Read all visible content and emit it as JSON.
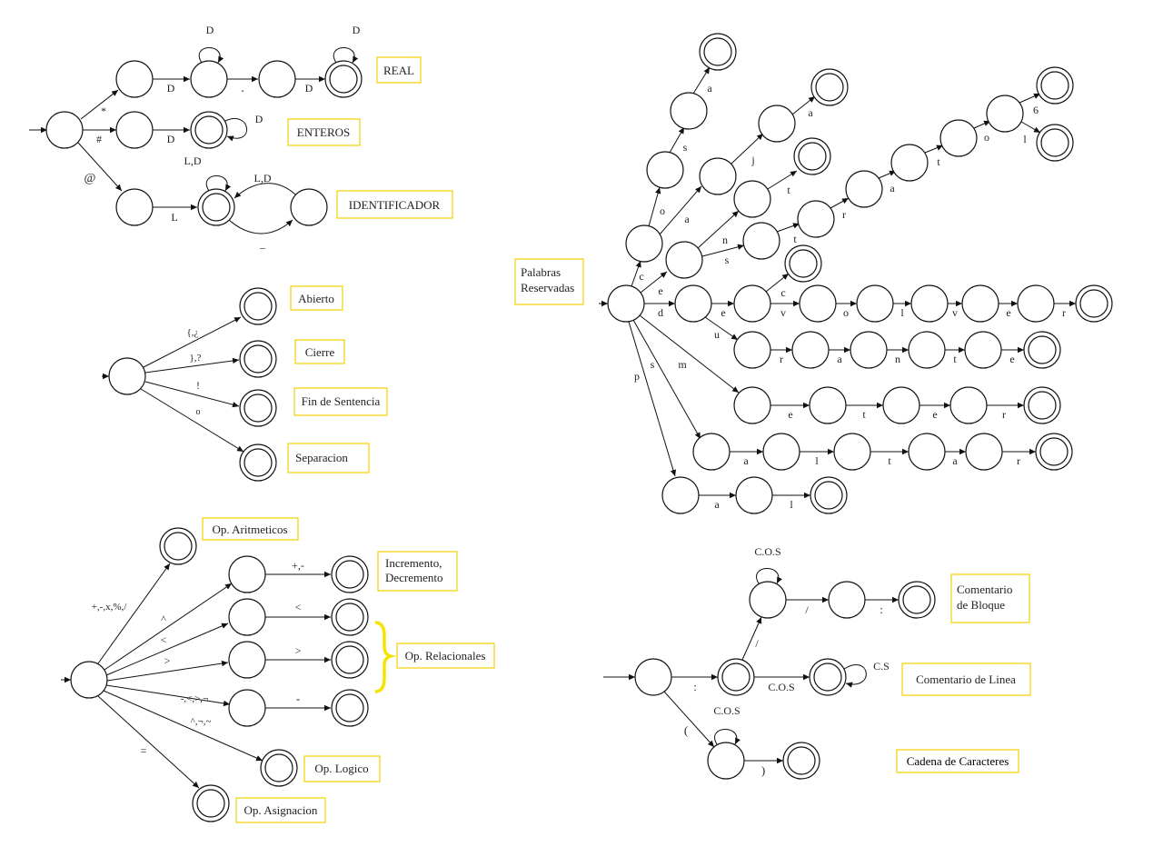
{
  "colors": {
    "box_border": "#f5d000",
    "stroke": "#111111",
    "brace": "#f5e400"
  },
  "boxes": {
    "real": "REAL",
    "enteros": "ENTEROS",
    "identificador": "IDENTIFICADOR",
    "abierto": "Abierto",
    "cierre": "Cierre",
    "fin_sentencia": "Fin de Sentencia",
    "separacion": "Separacion",
    "op_aritmeticos": "Op. Aritmeticos",
    "incremento_line1": "Incremento,",
    "incremento_line2": "Decremento",
    "op_relacionales": "Op. Relacionales",
    "op_logico": "Op. Logico",
    "op_asignacion": "Op. Asignacion",
    "palabras_line1": "Palabras",
    "palabras_line2": "Reservadas",
    "comentario_bloque_line1": "Comentario",
    "comentario_bloque_line2": "de Bloque",
    "comentario_linea": "Comentario de Linea",
    "cadena_caracteres": "Cadena de Caracteres"
  },
  "labels": {
    "num_star": "*",
    "num_hash": "#",
    "num_at": "@",
    "real_d1": "D",
    "real_loop1": "D",
    "real_dot": ".",
    "real_d2": "D",
    "real_loop2": "D",
    "ent_d": "D",
    "ent_loop": "D",
    "id_l": "L",
    "id_loop": "L,D",
    "id_ld": "L,D",
    "id_under": "_",
    "sep_open": "{,¿",
    "sep_close": "},?",
    "sep_excl": "!",
    "sep_o": "o",
    "op_arith": "+,-,x,%,/",
    "op_caret": "^",
    "op_lt": "<",
    "op_gt": ">",
    "op_rel": "-,<,>,¬",
    "op_log": "^,¬,~",
    "op_eq": "=",
    "op_inc": "+,-",
    "op_lt2": "<",
    "op_gt2": ">",
    "op_dash": "-",
    "pr_c": "c",
    "pr_e": "e",
    "pr_d": "d",
    "pr_p": "p",
    "pr_s": "s",
    "pr_m": "m",
    "pr_o": "o",
    "pr_s2": "s",
    "pr_a": "a",
    "pr_a2": "a",
    "pr_j": "j",
    "pr_a3": "a",
    "pr_n": "n",
    "pr_t": "t",
    "pr_s3": "s",
    "pr_t2": "t",
    "pr_r": "r",
    "pr_a4": "a",
    "pr_t3": "t",
    "pr_o2": "o",
    "pr_6": "6",
    "pr_l": "l",
    "pr_e2": "e",
    "pr_c2": "c",
    "pr_v": "v",
    "pr_o3": "o",
    "pr_l2": "l",
    "pr_v2": "v",
    "pr_e3": "e",
    "pr_r2": "r",
    "pr_u": "u",
    "pr_r3": "r",
    "pr_a5": "a",
    "pr_n2": "n",
    "pr_t4": "t",
    "pr_e4": "e",
    "pr_e5": "e",
    "pr_t5": "t",
    "pr_e6": "e",
    "pr_r4": "r",
    "pr_a6": "a",
    "pr_l3": "l",
    "pr_t6": "t",
    "pr_a7": "a",
    "pr_r5": "r",
    "pr_a8": "a",
    "pr_l4": "l",
    "cm_colon": ":",
    "cm_loop1": "C.O.S",
    "cm_slash1": "/",
    "cm_slash2": "/",
    "cm_colon2": ":",
    "cm_cos": "C.O.S",
    "cm_cs": "C.S",
    "cm_paren": "(",
    "cm_loop2": "C.O.S",
    "cm_close": ")"
  }
}
